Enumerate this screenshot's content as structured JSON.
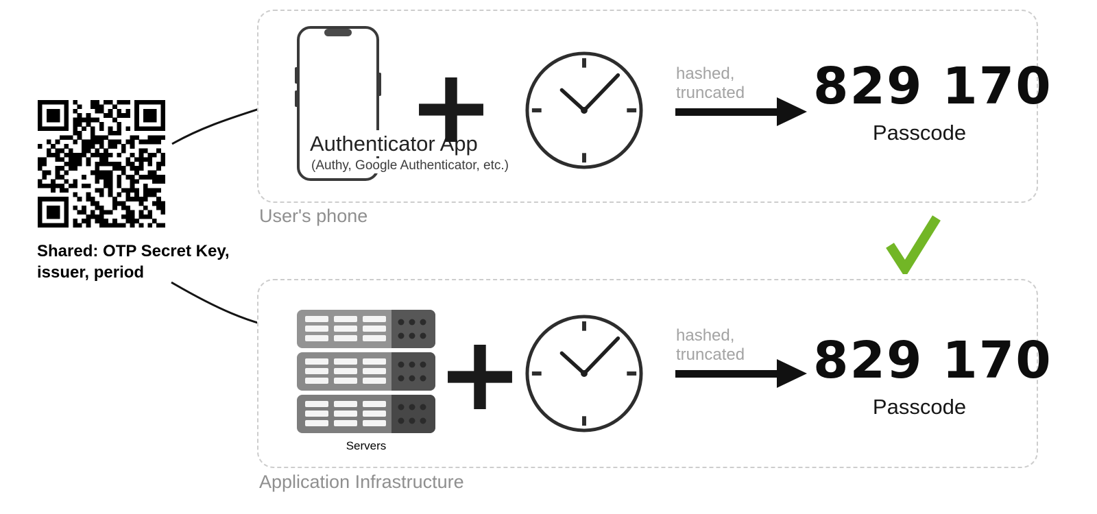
{
  "diagram": {
    "shared_label_line1": "Shared: OTP Secret Key,",
    "shared_label_line2": "issuer, period",
    "plus": "+"
  },
  "phone_panel": {
    "caption": "User's phone",
    "app_name": "Authenticator App",
    "app_examples": "(Authy, Google Authenticator, etc.)",
    "hash_label": "hashed,\ntruncated",
    "passcode_value": "829 170",
    "passcode_caption": "Passcode"
  },
  "server_panel": {
    "caption": "Application Infrastructure",
    "servers_label": "Servers",
    "hash_label": "hashed,\ntruncated",
    "passcode_value": "829 170",
    "passcode_caption": "Passcode"
  },
  "icons": {
    "qr": "qr-code",
    "phone": "smartphone-icon",
    "clock": "clock-icon",
    "servers": "server-stack-icon",
    "check": "checkmark-icon"
  },
  "colors": {
    "check": "#72b626",
    "muted_text": "#a3a3a3",
    "ink": "#111111",
    "dashed_border": "#cdcdcd"
  }
}
